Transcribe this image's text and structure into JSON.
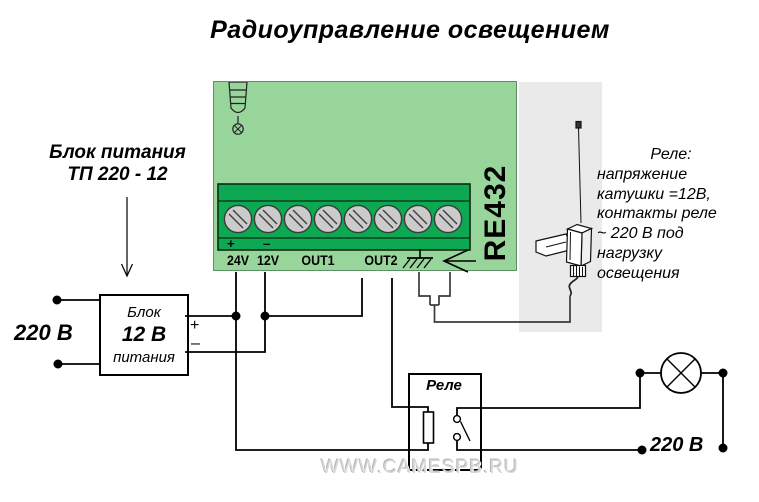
{
  "title": "Радиоуправление освещением",
  "watermark": "WWW.CAMESPB.RU",
  "device": {
    "model": "RE432",
    "terminal_labels": [
      "24V",
      "12V",
      "OUT1",
      "OUT2"
    ],
    "strip_plus": "+",
    "strip_minus": "–"
  },
  "psu": {
    "callout_line1": "Блок питания",
    "callout_line2": "ТП 220 - 12",
    "box_line1": "Блок",
    "box_line2": "12 В",
    "box_line3": "питания",
    "plus": "+",
    "minus": "–"
  },
  "mains_left": "220 В",
  "mains_right": "220 В",
  "relay": {
    "box_label": "Реле",
    "note_lines": [
      "Реле:",
      "напряжение",
      "катушки =12В,",
      "контакты реле",
      "~ 220 В под",
      "нагрузку",
      "освещения"
    ]
  },
  "icons": {
    "ground": "ground-symbol",
    "antenna": "antenna-symbol",
    "lamp": "lamp-cross-symbol"
  },
  "colors": {
    "device_green": "#97d59a",
    "strip_green": "#0ca852",
    "panel_gray": "#eaeaea",
    "wire_black": "#000000",
    "watermark_gray": "#d6d6d6"
  }
}
